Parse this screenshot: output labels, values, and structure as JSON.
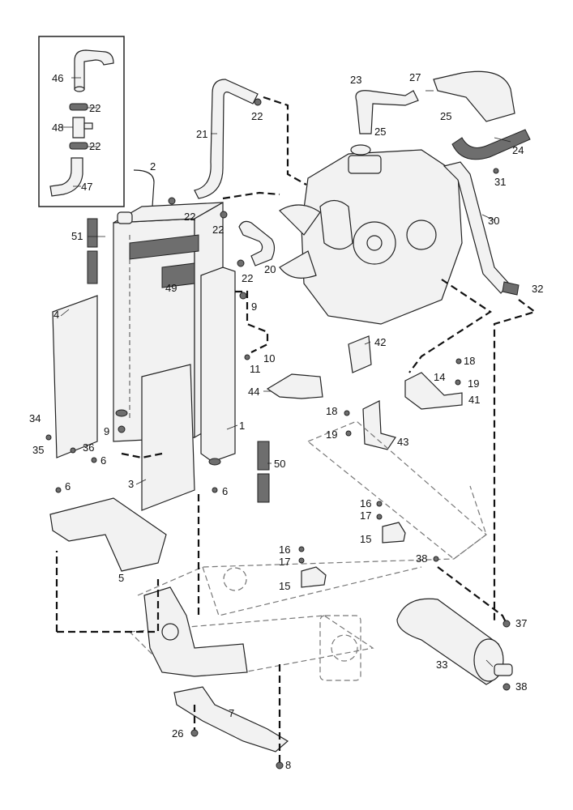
{
  "callouts": {
    "c1": "1",
    "c2": "2",
    "c3": "3",
    "c4": "4",
    "c5": "5",
    "c6a": "6",
    "c6b": "6",
    "c6c": "6",
    "c7": "7",
    "c8": "8",
    "c9a": "9",
    "c9b": "9",
    "c10": "10",
    "c11": "11",
    "c14": "14",
    "c15a": "15",
    "c15b": "15",
    "c16a": "16",
    "c16b": "16",
    "c17a": "17",
    "c17b": "17",
    "c18a": "18",
    "c18b": "18",
    "c19a": "19",
    "c19b": "19",
    "c20": "20",
    "c21": "21",
    "c22a": "22",
    "c22b": "22",
    "c22c": "22",
    "c22d": "22",
    "c22e": "22",
    "c22f": "22",
    "c23": "23",
    "c24": "24",
    "c25a": "25",
    "c25b": "25",
    "c26": "26",
    "c27": "27",
    "c30": "30",
    "c31": "31",
    "c32": "32",
    "c33": "33",
    "c34": "34",
    "c35": "35",
    "c36": "36",
    "c37": "37",
    "c38a": "38",
    "c38b": "38",
    "c41": "41",
    "c42": "42",
    "c43": "43",
    "c44": "44",
    "c46": "46",
    "c47": "47",
    "c48": "48",
    "c49": "49",
    "c50": "50",
    "c51": "51"
  }
}
